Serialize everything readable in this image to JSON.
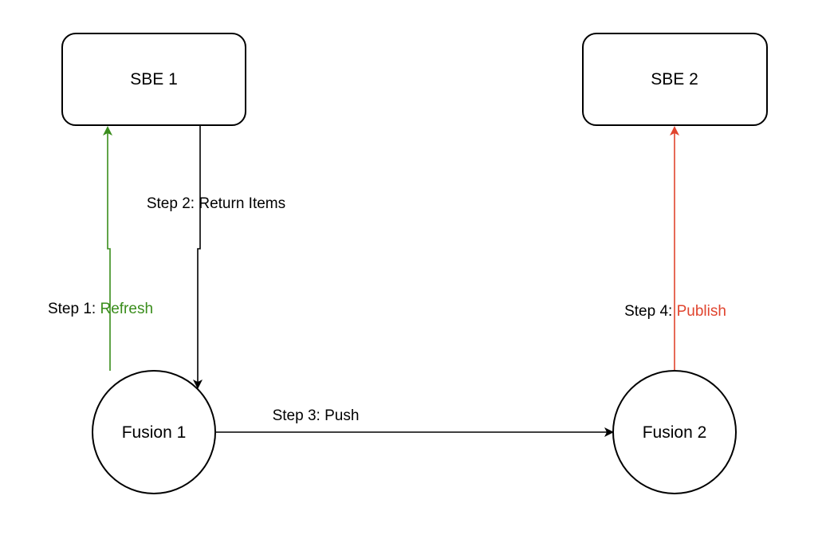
{
  "colors": {
    "line": "#000000",
    "refresh": "#3a8d1c",
    "publish": "#e0442e",
    "background": "#ffffff"
  },
  "nodes": {
    "sbe1": {
      "label": "SBE 1",
      "shape": "rounded-rectangle"
    },
    "sbe2": {
      "label": "SBE 2",
      "shape": "rounded-rectangle"
    },
    "fusion1": {
      "label": "Fusion 1",
      "shape": "circle"
    },
    "fusion2": {
      "label": "Fusion 2",
      "shape": "circle"
    }
  },
  "edges": {
    "step1": {
      "from": "Fusion 1",
      "to": "SBE 1",
      "prefix": "Step 1: ",
      "action": "Refresh",
      "color": "#3a8d1c"
    },
    "step2": {
      "from": "SBE 1",
      "to": "Fusion 1",
      "prefix": "Step 2: ",
      "action": "Return Items",
      "color": "#000000"
    },
    "step3": {
      "from": "Fusion 1",
      "to": "Fusion 2",
      "prefix": "Step 3: ",
      "action": "Push",
      "color": "#000000"
    },
    "step4": {
      "from": "Fusion 2",
      "to": "SBE 2",
      "prefix": "Step 4: ",
      "action": "Publish",
      "color": "#e0442e"
    }
  }
}
